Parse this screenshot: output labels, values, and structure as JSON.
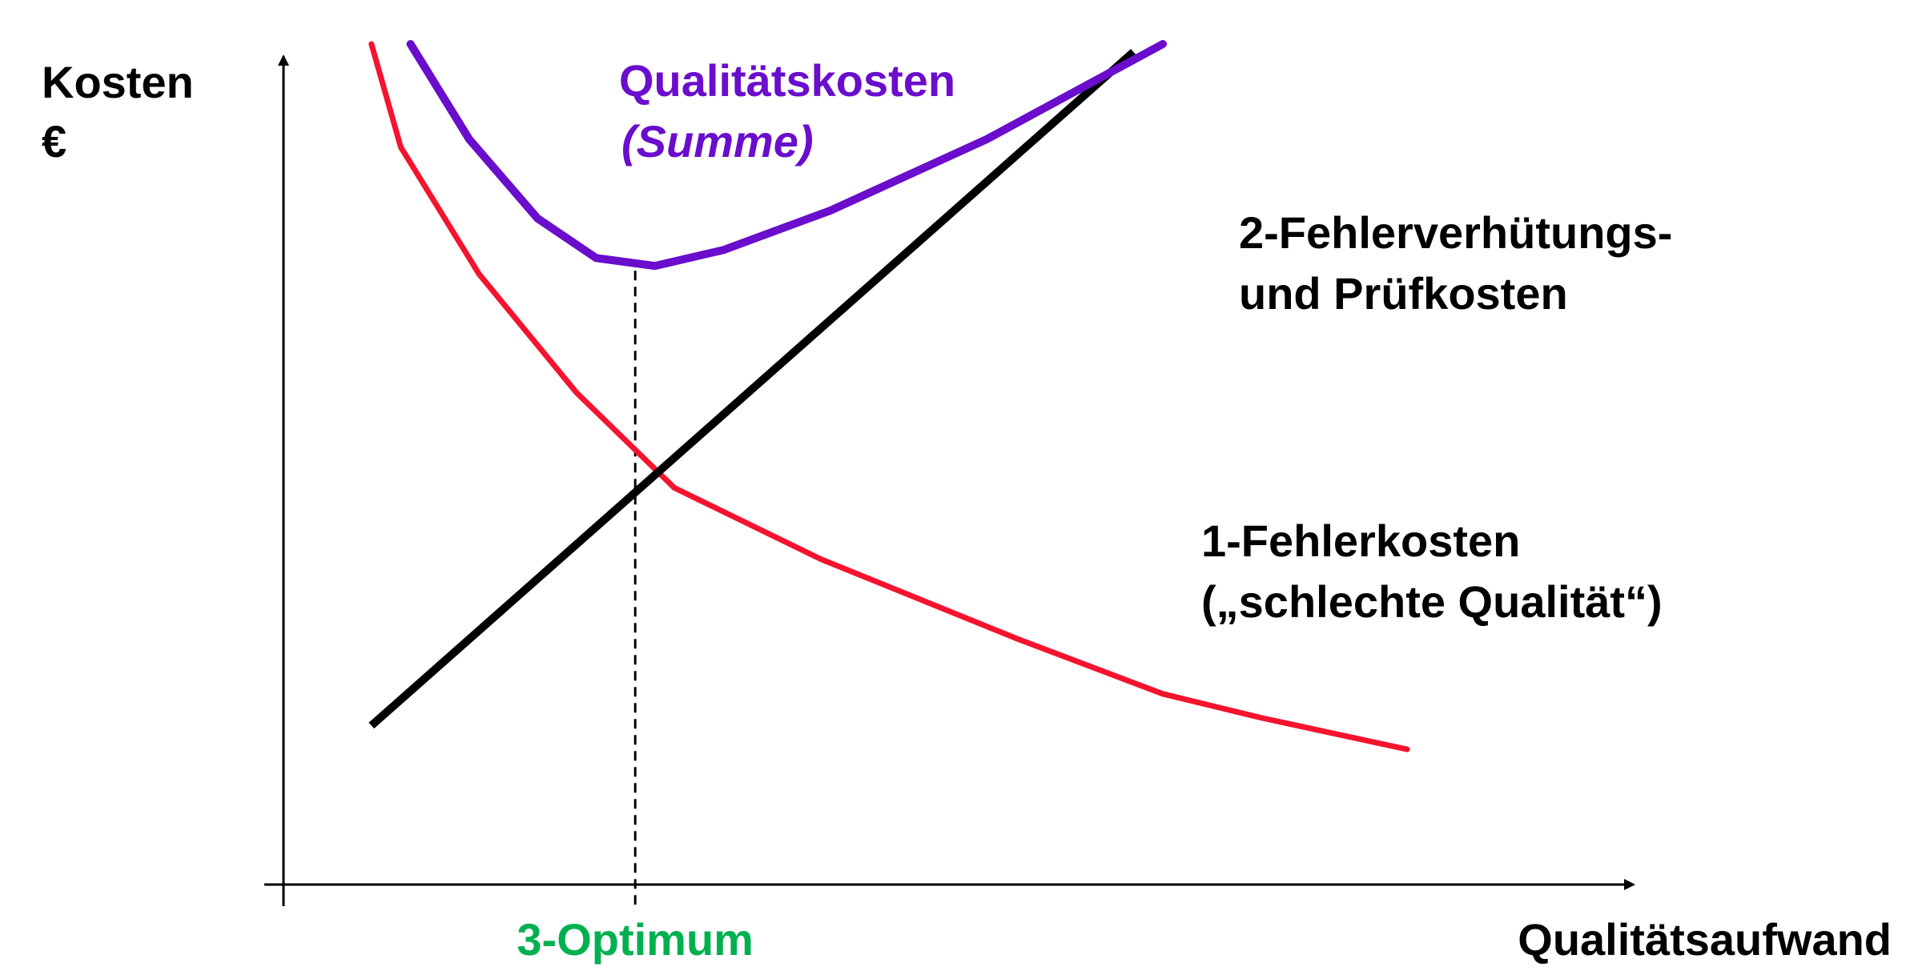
{
  "chart_data": {
    "type": "line",
    "title": "",
    "ylabel": [
      "Kosten",
      "€"
    ],
    "xlabel": "Qualitätsaufwand",
    "ylim": [
      0,
      10
    ],
    "xlim": [
      0,
      10
    ],
    "grid": false,
    "legend": "none",
    "series": [
      {
        "key": "total",
        "name": [
          "Qualitätskosten",
          "(Summe)"
        ],
        "color": "#6a0dcc",
        "points": [
          [
            1.3,
            10.0
          ],
          [
            1.9,
            8.8
          ],
          [
            2.6,
            7.8
          ],
          [
            3.2,
            7.3
          ],
          [
            3.8,
            7.2
          ],
          [
            4.5,
            7.4
          ],
          [
            5.6,
            7.9
          ],
          [
            7.2,
            8.8
          ],
          [
            9.0,
            10.0
          ]
        ]
      },
      {
        "key": "prevention",
        "name": [
          "2-Fehlerverhütungs-",
          "und Prüfkosten"
        ],
        "color": "#000000",
        "points": [
          [
            0.9,
            1.4
          ],
          [
            8.7,
            9.9
          ]
        ]
      },
      {
        "key": "failure",
        "name": [
          "1-Fehlerkosten",
          "(„schlechte Qualität“)"
        ],
        "color": "#f5132e",
        "points": [
          [
            0.9,
            10.0
          ],
          [
            1.2,
            8.7
          ],
          [
            2.0,
            7.1
          ],
          [
            3.0,
            5.6
          ],
          [
            4.0,
            4.4
          ],
          [
            5.5,
            3.5
          ],
          [
            7.5,
            2.5
          ],
          [
            9.0,
            1.8
          ],
          [
            10.0,
            1.5
          ],
          [
            11.5,
            1.1
          ]
        ]
      }
    ],
    "annotations": [
      {
        "key": "optimum",
        "text": "3-Optimum",
        "x": 3.6,
        "color": "#00b050",
        "line_style": "dashed"
      }
    ]
  }
}
